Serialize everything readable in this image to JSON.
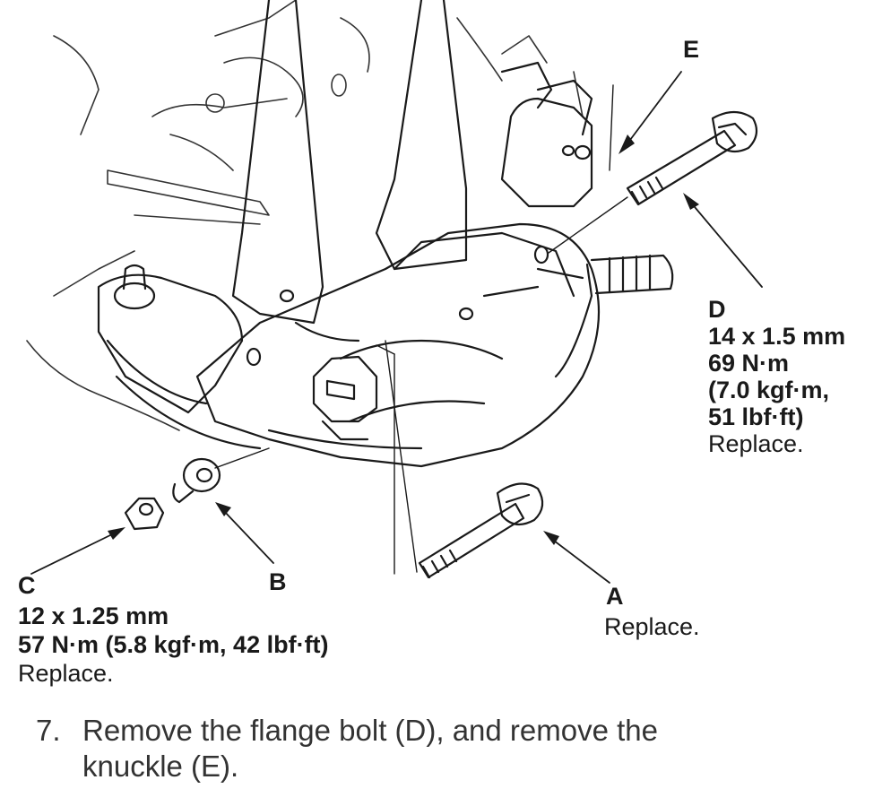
{
  "callouts": {
    "a": {
      "letter": "A",
      "note": "Replace."
    },
    "b": {
      "letter": "B"
    },
    "c": {
      "letter": "C",
      "size": "12 x 1.25 mm",
      "torque": "57 N·m (5.8 kgf·m, 42 lbf·ft)",
      "note": "Replace."
    },
    "d": {
      "letter": "D",
      "size": "14 x 1.5 mm",
      "torque": "69 N·m",
      "torque_kgfm": "(7.0 kgf·m,",
      "torque_lbfft": "51 lbf·ft)",
      "note": "Replace."
    },
    "e": {
      "letter": "E"
    }
  },
  "step": {
    "number": "7.",
    "line1": "Remove the flange bolt (D), and remove the",
    "line2": "knuckle (E)."
  }
}
